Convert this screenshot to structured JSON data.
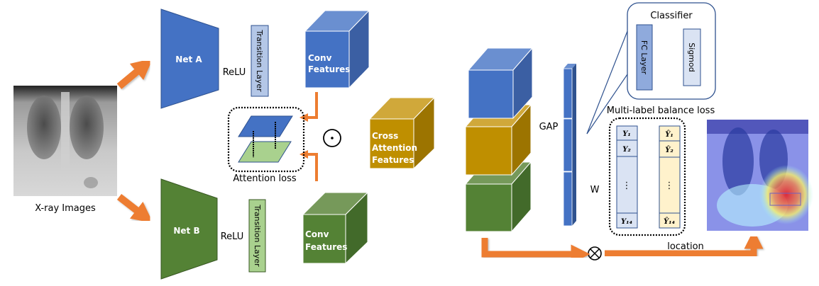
{
  "input": {
    "label": "X-ray Images"
  },
  "net_a": {
    "label": "Net A",
    "activation": "ReLU",
    "transition": "Transition Layer",
    "features": [
      "Conv",
      "Features"
    ]
  },
  "net_b": {
    "label": "Net B",
    "activation": "ReLU",
    "transition": "Transition Layer",
    "features": [
      "Conv",
      "Features"
    ]
  },
  "attention": {
    "loss_label": "Attention loss",
    "operator": "⊙",
    "features": [
      "Cross",
      "Attention",
      "Features"
    ]
  },
  "pooling": {
    "label": "GAP"
  },
  "classifier": {
    "title": "Classifier",
    "fc": "FC  Layer",
    "activation": "Sigmod"
  },
  "loss": {
    "title": "Multi-label balance loss",
    "labels": [
      "Y₁",
      "Y₂",
      "Y₁₄"
    ],
    "predictions": [
      "Ŷ₁",
      "Ŷ₂",
      "Ŷ₁₄"
    ],
    "ellipsis": "⋮"
  },
  "weights": {
    "label": "W",
    "operator": "⊗"
  },
  "output": {
    "location_label": "location"
  },
  "colors": {
    "arrow": "#ED7D31",
    "blue": "#4472C4",
    "gold": "#BF8F00",
    "green": "#548235",
    "light_blue": "#DAE3F3",
    "light_gold": "#FFF2CC"
  }
}
